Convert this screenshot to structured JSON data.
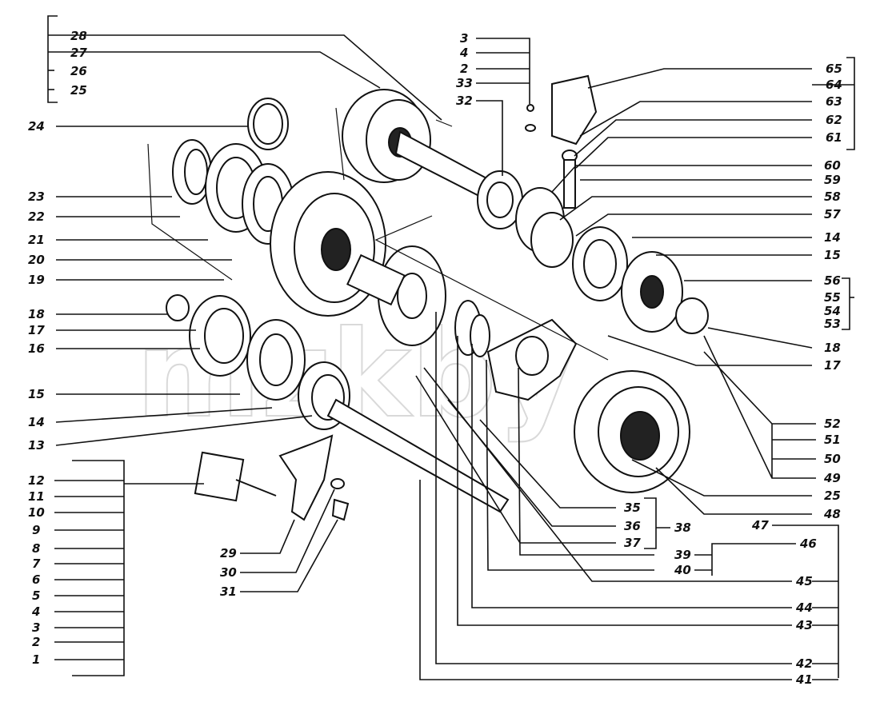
{
  "watermark": "mzkby",
  "labels": {
    "left_bracket_top": [
      "28",
      "27",
      "26",
      "25"
    ],
    "left_side": [
      "24",
      "23",
      "22",
      "21",
      "20",
      "19",
      "18",
      "17",
      "16",
      "15",
      "14",
      "13"
    ],
    "left_bracket_bottom": [
      "12",
      "11",
      "10",
      "9",
      "8",
      "7",
      "6",
      "5",
      "4",
      "3",
      "2",
      "1"
    ],
    "bottom_center": [
      "29",
      "30",
      "31"
    ],
    "top_center": [
      "3",
      "4",
      "2",
      "33",
      "32"
    ],
    "right_top_bracket": [
      "65",
      "64",
      "63",
      "62",
      "61"
    ],
    "right_side": [
      "60",
      "59",
      "58",
      "57",
      "14",
      "15"
    ],
    "right_bracket_middle": [
      "56",
      "55",
      "54",
      "53"
    ],
    "right_lower": [
      "18",
      "17"
    ],
    "right_bracket_lower": [
      "52",
      "51",
      "50",
      "49"
    ],
    "right_misc": [
      "25",
      "48",
      "47"
    ],
    "center_bottom_group": [
      "35",
      "36",
      "37",
      "38",
      "39",
      "40"
    ],
    "right_bottom_bracket": [
      "46",
      "45",
      "44",
      "43",
      "42",
      "41"
    ]
  }
}
